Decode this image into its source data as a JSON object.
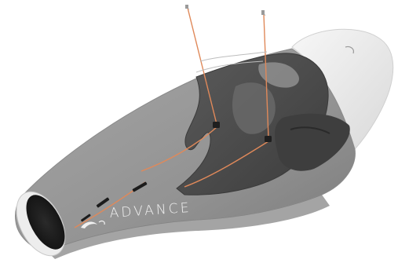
{
  "image": {
    "subject": "paragliding-harness-product-render"
  },
  "brand": {
    "name": "ADVANCE",
    "logo_icon": "advance-swoosh-logo",
    "text_color": "#f1f1f1"
  },
  "colors": {
    "background": "#ffffff",
    "body_gray": "#9a9a9a",
    "body_dark": "#6f6f6f",
    "seat_dark": "#4a4a4a",
    "shell_white": "#eeeeee",
    "risers_orange": "#e0895a"
  }
}
